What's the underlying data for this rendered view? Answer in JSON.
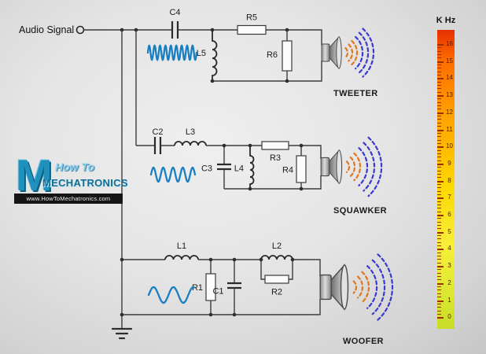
{
  "source": {
    "label": "Audio Signal"
  },
  "components": {
    "c4": "C4",
    "r5": "R5",
    "l5": "L5",
    "r6": "R6",
    "c2": "C2",
    "l3": "L3",
    "c3": "C3",
    "l4": "L4",
    "r3": "R3",
    "r4": "R4",
    "l1": "L1",
    "l2": "L2",
    "r1": "R1",
    "c1": "C1",
    "r2": "R2"
  },
  "drivers": {
    "tweeter": "TWEETER",
    "squawker": "SQUAWKER",
    "woofer": "WOOFER"
  },
  "scale": {
    "unit": "K Hz",
    "labels": [
      "16",
      "15",
      "14",
      "13",
      "12",
      "11",
      "10",
      "9",
      "8",
      "7",
      "6",
      "5",
      "4",
      "3",
      "2",
      "1",
      "0"
    ]
  },
  "logo": {
    "monogram": "M",
    "line1": "How To",
    "line2": "MECHATRONICS",
    "url": "www.HowToMechatronics.com"
  },
  "colors": {
    "wire": "#3c3c3c",
    "waveform": "#1a7fc2",
    "arc_orange": "#e2761b",
    "arc_blue": "#3a3ad0",
    "scale_tick": "#9c2e00"
  }
}
